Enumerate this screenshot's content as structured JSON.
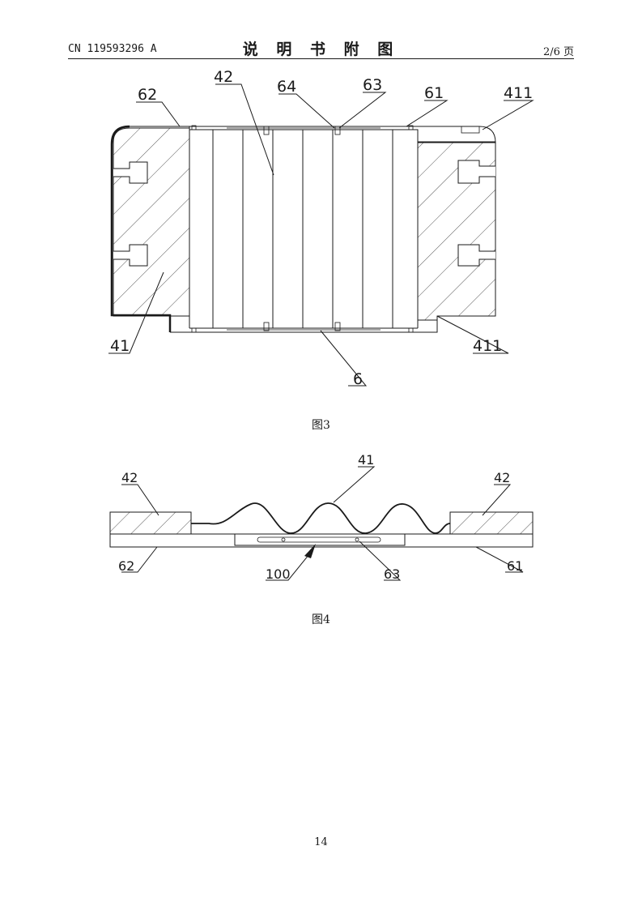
{
  "header": {
    "patent_number": "CN 119593296 A",
    "section_title": "说 明 书 附 图",
    "page_fraction": "2/6 页"
  },
  "figure3": {
    "caption": "图3",
    "labels": {
      "l62": "62",
      "l42": "42",
      "l64": "64",
      "l63": "63",
      "l61": "61",
      "l411_top": "411",
      "l41": "41",
      "l411_bottom": "411",
      "l6": "6"
    }
  },
  "figure4": {
    "caption": "图4",
    "labels": {
      "l42_left": "42",
      "l41": "41",
      "l42_right": "42",
      "l62": "62",
      "l100": "100",
      "l63": "63",
      "l61": "61"
    }
  },
  "footer": {
    "page_number": "14"
  }
}
